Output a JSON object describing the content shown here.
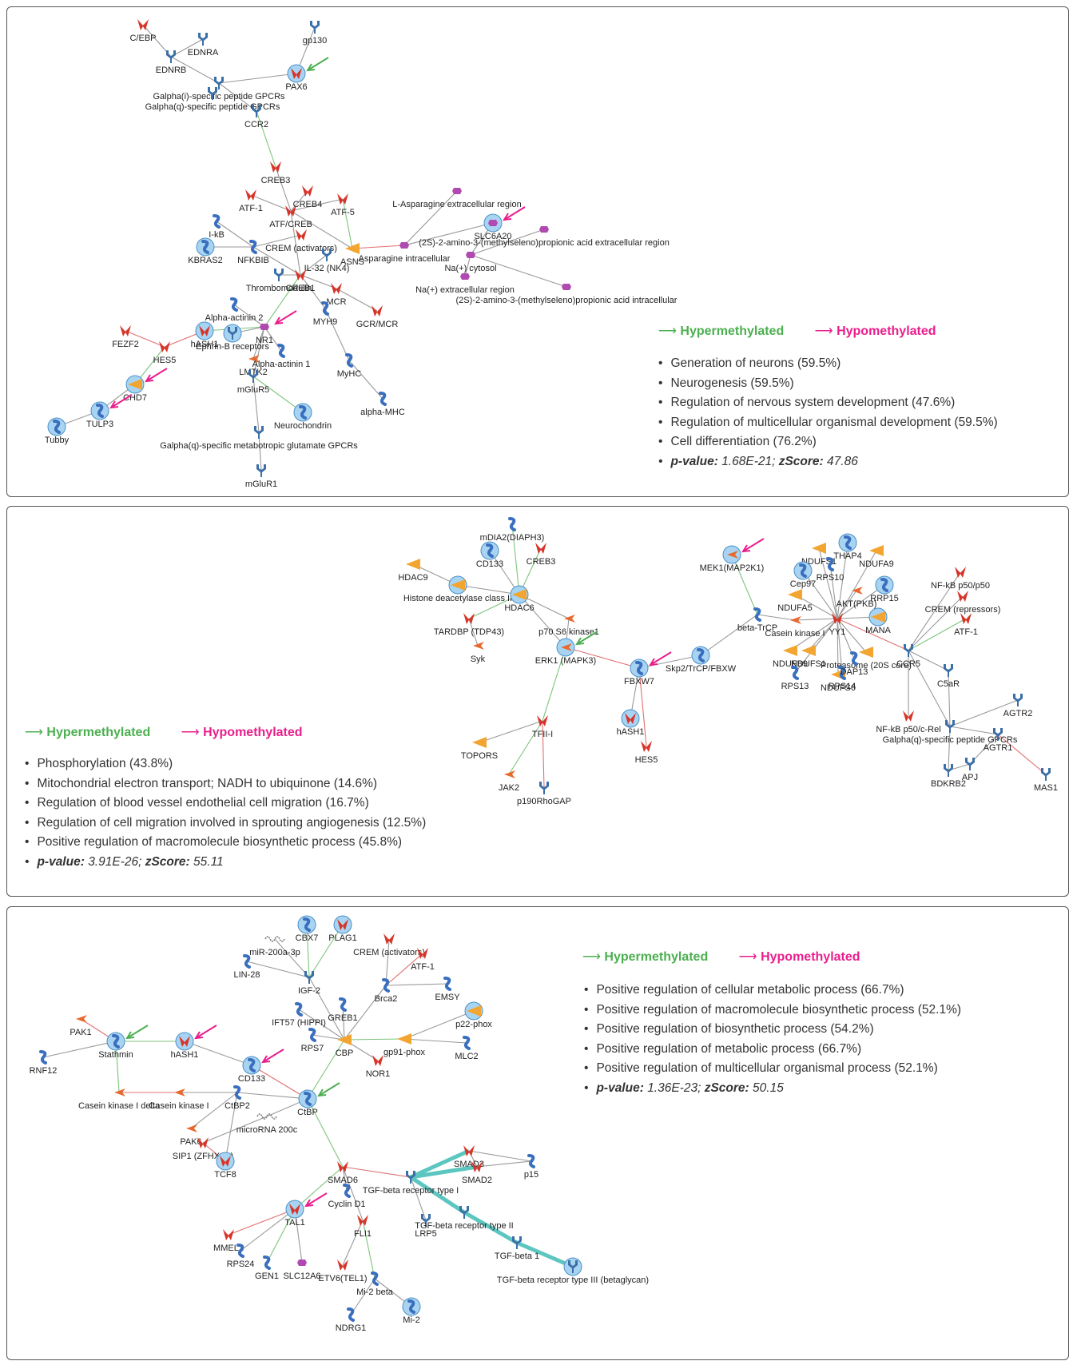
{
  "legend": {
    "hyper_label": "Hypermethylated",
    "hypo_label": "Hypomethylated",
    "hyper_color": "#4caf50",
    "hypo_color": "#e91e8c"
  },
  "node_colors": {
    "tf": "#d7342a",
    "receptor": "#3b6fa8",
    "protein": "#3a6fbf",
    "kinase": "#e8692e",
    "enzyme": "#f2a530",
    "small_molecule": "#b04ab0",
    "circle": "#a8d4f2",
    "edge_activation": "#7cc47c",
    "edge_inhibition": "#e07070",
    "edge_unspecified": "#999999",
    "edge_binding": "#5cc6c0"
  },
  "panels": [
    {
      "terms": [
        "Generation of neurons (59.5%)",
        "Neurogenesis (59.5%)",
        "Regulation of nervous system development (47.6%)",
        "Regulation of multicellular organismal development (59.5%)",
        "Cell differentiation (76.2%)"
      ],
      "stats": {
        "p_label": "p-value:",
        "p_value": "1.68E-21;",
        "z_label": "zScore:",
        "z_value": "47.86"
      },
      "nodes": [
        {
          "id": "cebp",
          "label": "C/EBP",
          "type": "tf"
        },
        {
          "id": "ednra",
          "label": "EDNRA",
          "type": "receptor"
        },
        {
          "id": "gp130",
          "label": "gp130",
          "type": "receptor"
        },
        {
          "id": "ednrb",
          "label": "EDNRB",
          "type": "receptor"
        },
        {
          "id": "galphai",
          "label": "Galpha(i)-specific peptide GPCRs",
          "type": "receptor"
        },
        {
          "id": "pax6",
          "label": "PAX6",
          "type": "tf",
          "circle": true
        },
        {
          "id": "galphaq",
          "label": "Galpha(q)-specific peptide GPCRs",
          "type": "receptor"
        },
        {
          "id": "ccr2",
          "label": "CCR2",
          "type": "receptor"
        },
        {
          "id": "creb3",
          "label": "CREB3",
          "type": "tf"
        },
        {
          "id": "creb4",
          "label": "CREB4",
          "type": "tf"
        },
        {
          "id": "atf1",
          "label": "ATF-1",
          "type": "tf"
        },
        {
          "id": "atf5",
          "label": "ATF-5",
          "type": "tf"
        },
        {
          "id": "atfcreb",
          "label": "ATF/CREB",
          "type": "tf"
        },
        {
          "id": "lasn_ext",
          "label": "L-Asparagine extracellular region",
          "type": "small_molecule"
        },
        {
          "id": "slc6a20",
          "label": "SLC6A20",
          "type": "small_molecule",
          "circle": true
        },
        {
          "id": "ikb",
          "label": "I-kB",
          "type": "protein"
        },
        {
          "id": "crem",
          "label": "CREM (activators)",
          "type": "tf"
        },
        {
          "id": "kbras2",
          "label": "KBRAS2",
          "type": "protein",
          "circle": true
        },
        {
          "id": "nfkbib",
          "label": "NFKBIB",
          "type": "protein"
        },
        {
          "id": "nk4",
          "label": "IL-32 (NK4)",
          "type": "receptor"
        },
        {
          "id": "asns",
          "label": "ASNS",
          "type": "enzyme"
        },
        {
          "id": "asn_in",
          "label": "Asparagine intracellular",
          "type": "small_molecule"
        },
        {
          "id": "sem_ext",
          "label": "(2S)-2-amino-3-(methylseleno)propionic acid extracellular region",
          "type": "small_molecule"
        },
        {
          "id": "na_cyt",
          "label": "Na(+) cytosol",
          "type": "small_molecule"
        },
        {
          "id": "na_ext",
          "label": "Na(+) extracellular region",
          "type": "small_molecule"
        },
        {
          "id": "sem_in",
          "label": "(2S)-2-amino-3-(methylseleno)propionic acid intracellular",
          "type": "small_molecule"
        },
        {
          "id": "thbd",
          "label": "Thrombomodulin",
          "type": "receptor"
        },
        {
          "id": "creb1",
          "label": "CREB1",
          "type": "tf"
        },
        {
          "id": "mcr",
          "label": "MCR",
          "type": "tf"
        },
        {
          "id": "gcrmcr",
          "label": "GCR/MCR",
          "type": "tf"
        },
        {
          "id": "myh9",
          "label": "MYH9",
          "type": "protein"
        },
        {
          "id": "actn2",
          "label": "Alpha-actinin 2",
          "type": "protein"
        },
        {
          "id": "nr1",
          "label": "NR1",
          "type": "small_molecule"
        },
        {
          "id": "fezf2",
          "label": "FEZF2",
          "type": "tf"
        },
        {
          "id": "hash1",
          "label": "hASH1",
          "type": "tf",
          "circle": true
        },
        {
          "id": "ephb",
          "label": "Ephrin-B receptors",
          "type": "receptor",
          "circle": true
        },
        {
          "id": "hes5",
          "label": "HES5",
          "type": "tf"
        },
        {
          "id": "lmtk2",
          "label": "LMTK2",
          "type": "kinase"
        },
        {
          "id": "actn1",
          "label": "Alpha-actinin 1",
          "type": "protein"
        },
        {
          "id": "myhc",
          "label": "MyHC",
          "type": "protein"
        },
        {
          "id": "chd7",
          "label": "CHD7",
          "type": "enzyme",
          "circle": true
        },
        {
          "id": "mglur5",
          "label": "mGluR5",
          "type": "receptor"
        },
        {
          "id": "alphamhc",
          "label": "alpha-MHC",
          "type": "protein"
        },
        {
          "id": "tulp3",
          "label": "TULP3",
          "type": "protein",
          "circle": true
        },
        {
          "id": "neurochondrin",
          "label": "Neurochondrin",
          "type": "protein",
          "circle": true
        },
        {
          "id": "galphaqm",
          "label": "Galpha(q)-specific metabotropic glutamate GPCRs",
          "type": "receptor"
        },
        {
          "id": "tubby",
          "label": "Tubby",
          "type": "protein",
          "circle": true
        },
        {
          "id": "mglur1",
          "label": "mGluR1",
          "type": "receptor"
        }
      ]
    },
    {
      "terms": [
        "Phosphorylation (43.8%)",
        "Mitochondrial electron transport; NADH to ubiquinone (14.6%)",
        "Regulation of blood vessel endothelial cell migration (16.7%)",
        "Regulation of cell migration involved in sprouting angiogenesis (12.5%)",
        "Positive regulation of macromolecule biosynthetic process (45.8%)"
      ],
      "stats": {
        "p_label": "p-value:",
        "p_value": "3.91E-26;",
        "z_label": "zScore:",
        "z_value": "55.11"
      },
      "nodes": [
        {
          "id": "mdia2",
          "label": "mDIA2(DIAPH3)",
          "type": "protein"
        },
        {
          "id": "cd133",
          "label": "CD133",
          "type": "protein",
          "circle": true
        },
        {
          "id": "creb3b",
          "label": "CREB3",
          "type": "tf"
        },
        {
          "id": "hdac9",
          "label": "HDAC9",
          "type": "enzyme"
        },
        {
          "id": "hdac2",
          "label": "Histone deacetylase class II",
          "type": "enzyme",
          "circle": true
        },
        {
          "id": "hdac6",
          "label": "HDAC6",
          "type": "enzyme",
          "circle": true
        },
        {
          "id": "p70",
          "label": "p70 S6 kinase1",
          "type": "kinase"
        },
        {
          "id": "tardbp",
          "label": "TARDBP (TDP43)",
          "type": "tf"
        },
        {
          "id": "syk",
          "label": "Syk",
          "type": "kinase"
        },
        {
          "id": "erk1",
          "label": "ERK1 (MAPK3)",
          "type": "kinase",
          "circle": true
        },
        {
          "id": "fbxw7",
          "label": "FBXW7",
          "type": "protein",
          "circle": true
        },
        {
          "id": "skp2",
          "label": "Skp2/TrCP/FBXW",
          "type": "protein",
          "circle": true
        },
        {
          "id": "mek1",
          "label": "MEK1(MAP2K1)",
          "type": "kinase",
          "circle": true
        },
        {
          "id": "betatrcp",
          "label": "beta-TrCP",
          "type": "protein"
        },
        {
          "id": "ck",
          "label": "Casein kinase I",
          "type": "kinase"
        },
        {
          "id": "yy1",
          "label": "YY1",
          "type": "tf"
        },
        {
          "id": "ndufs1t",
          "label": "NDUFS1",
          "type": "enzyme"
        },
        {
          "id": "thap4",
          "label": "THAP4",
          "type": "protein",
          "circle": true
        },
        {
          "id": "ndufa9",
          "label": "NDUFA9",
          "type": "enzyme"
        },
        {
          "id": "cep97",
          "label": "Cep97",
          "type": "protein",
          "circle": true
        },
        {
          "id": "rps10",
          "label": "RPS10",
          "type": "protein"
        },
        {
          "id": "aktpkb",
          "label": "AKT(PKB)",
          "type": "kinase"
        },
        {
          "id": "rrp15",
          "label": "RRP15",
          "type": "protein",
          "circle": true
        },
        {
          "id": "ndufa5",
          "label": "NDUFA5",
          "type": "enzyme"
        },
        {
          "id": "mana",
          "label": "MANA",
          "type": "enzyme",
          "circle": true
        },
        {
          "id": "nfkbp50",
          "label": "NF-kB p50/p50",
          "type": "tf"
        },
        {
          "id": "cremr",
          "label": "CREM (repressors)",
          "type": "tf"
        },
        {
          "id": "atf1b",
          "label": "ATF-1",
          "type": "tf"
        },
        {
          "id": "ndufb9",
          "label": "NDUFB9",
          "type": "enzyme"
        },
        {
          "id": "ndufs1b",
          "label": "NDUFS1",
          "type": "enzyme"
        },
        {
          "id": "proteasome",
          "label": "Proteasome (20S core)",
          "type": "enzyme"
        },
        {
          "id": "ccr5",
          "label": "CCR5",
          "type": "receptor"
        },
        {
          "id": "rps13",
          "label": "RPS13",
          "type": "protein"
        },
        {
          "id": "ndufs6",
          "label": "NDUFS6",
          "type": "enzyme"
        },
        {
          "id": "rps14",
          "label": "RPS14",
          "type": "protein"
        },
        {
          "id": "dap13",
          "label": "DAP13",
          "type": "protein"
        },
        {
          "id": "c5ar",
          "label": "C5aR",
          "type": "receptor"
        },
        {
          "id": "tfii",
          "label": "TFII-I",
          "type": "tf"
        },
        {
          "id": "hash1b",
          "label": "hASH1",
          "type": "tf",
          "circle": true
        },
        {
          "id": "hes5b",
          "label": "HES5",
          "type": "tf"
        },
        {
          "id": "topors",
          "label": "TOPORS",
          "type": "enzyme"
        },
        {
          "id": "jak2",
          "label": "JAK2",
          "type": "kinase"
        },
        {
          "id": "p190",
          "label": "p190RhoGAP",
          "type": "receptor"
        },
        {
          "id": "nfkbcrel",
          "label": "NF-kB p50/c-Rel",
          "type": "tf"
        },
        {
          "id": "galphaq2",
          "label": "Galpha(q)-specific peptide GPCRs",
          "type": "receptor"
        },
        {
          "id": "agtr2",
          "label": "AGTR2",
          "type": "receptor"
        },
        {
          "id": "agtr1",
          "label": "AGTR1",
          "type": "receptor"
        },
        {
          "id": "apj",
          "label": "APJ",
          "type": "receptor"
        },
        {
          "id": "bdkrb2",
          "label": "BDKRB2",
          "type": "receptor"
        },
        {
          "id": "mas1",
          "label": "MAS1",
          "type": "receptor"
        }
      ]
    },
    {
      "terms": [
        "Positive regulation of cellular metabolic process (66.7%)",
        "Positive regulation of macromolecule biosynthetic process (52.1%)",
        "Positive regulation of biosynthetic process (54.2%)",
        "Positive regulation of metabolic process (66.7%)",
        "Positive regulation of multicellular organismal process (52.1%)"
      ],
      "stats": {
        "p_label": "p-value:",
        "p_value": "1.36E-23;",
        "z_label": "zScore:",
        "z_value": "50.15"
      },
      "nodes": [
        {
          "id": "mir200a",
          "label": "miR-200a-3p",
          "type": "rna"
        },
        {
          "id": "cbx7",
          "label": "CBX7",
          "type": "protein",
          "circle": true
        },
        {
          "id": "plag1",
          "label": "PLAG1",
          "type": "tf",
          "circle": true
        },
        {
          "id": "crem3",
          "label": "CREM (activators)",
          "type": "tf"
        },
        {
          "id": "atf1c",
          "label": "ATF-1",
          "type": "tf"
        },
        {
          "id": "lin28",
          "label": "LIN-28",
          "type": "protein"
        },
        {
          "id": "igf2",
          "label": "IGF-2",
          "type": "receptor"
        },
        {
          "id": "brca2",
          "label": "Brca2",
          "type": "protein"
        },
        {
          "id": "emsy",
          "label": "EMSY",
          "type": "protein"
        },
        {
          "id": "ift57",
          "label": "IFT57 (HIPPI)",
          "type": "protein"
        },
        {
          "id": "greb1",
          "label": "GREB1",
          "type": "protein"
        },
        {
          "id": "p22phox",
          "label": "p22-phox",
          "type": "enzyme",
          "circle": true
        },
        {
          "id": "pak1",
          "label": "PAK1",
          "type": "kinase"
        },
        {
          "id": "stathmin",
          "label": "Stathmin",
          "type": "protein",
          "circle": true
        },
        {
          "id": "hash1c",
          "label": "hASH1",
          "type": "tf",
          "circle": true
        },
        {
          "id": "rps7",
          "label": "RPS7",
          "type": "protein"
        },
        {
          "id": "cbp",
          "label": "CBP",
          "type": "enzyme"
        },
        {
          "id": "gp91",
          "label": "gp91-phox",
          "type": "enzyme"
        },
        {
          "id": "mlc2",
          "label": "MLC2",
          "type": "protein"
        },
        {
          "id": "rnf12",
          "label": "RNF12",
          "type": "protein"
        },
        {
          "id": "cd133c",
          "label": "CD133",
          "type": "protein",
          "circle": true
        },
        {
          "id": "nor1",
          "label": "NOR1",
          "type": "tf"
        },
        {
          "id": "ck1d",
          "label": "Casein kinase I delta",
          "type": "kinase"
        },
        {
          "id": "cki",
          "label": "Casein kinase I",
          "type": "kinase"
        },
        {
          "id": "ctbp2",
          "label": "CtBP2",
          "type": "protein"
        },
        {
          "id": "ctbp",
          "label": "CtBP",
          "type": "protein",
          "circle": true
        },
        {
          "id": "pak6",
          "label": "PAK6",
          "type": "kinase"
        },
        {
          "id": "mir200c",
          "label": "microRNA 200c",
          "type": "rna"
        },
        {
          "id": "sip1",
          "label": "SIP1 (ZFHX1B)",
          "type": "tf"
        },
        {
          "id": "tcf8",
          "label": "TCF8",
          "type": "tf",
          "circle": true
        },
        {
          "id": "smad6",
          "label": "SMAD6",
          "type": "tf"
        },
        {
          "id": "smad3",
          "label": "SMAD3",
          "type": "tf"
        },
        {
          "id": "smad2",
          "label": "SMAD2",
          "type": "tf"
        },
        {
          "id": "p15",
          "label": "p15",
          "type": "protein"
        },
        {
          "id": "tgfbr1",
          "label": "TGF-beta receptor type I",
          "type": "receptor"
        },
        {
          "id": "cyclind1",
          "label": "Cyclin D1",
          "type": "protein"
        },
        {
          "id": "tal1",
          "label": "TAL1",
          "type": "tf",
          "circle": true
        },
        {
          "id": "fli1",
          "label": "FLI1",
          "type": "tf"
        },
        {
          "id": "lrp5",
          "label": "LRP5",
          "type": "receptor"
        },
        {
          "id": "tgfbr2",
          "label": "TGF-beta receptor type II",
          "type": "receptor"
        },
        {
          "id": "mmel1",
          "label": "MMEL1",
          "type": "tf"
        },
        {
          "id": "rps24",
          "label": "RPS24",
          "type": "protein"
        },
        {
          "id": "gen1",
          "label": "GEN1",
          "type": "protein"
        },
        {
          "id": "slc12a6",
          "label": "SLC12A6",
          "type": "small_molecule"
        },
        {
          "id": "etv6",
          "label": "ETV6(TEL1)",
          "type": "tf"
        },
        {
          "id": "tgfb1",
          "label": "TGF-beta 1",
          "type": "receptor"
        },
        {
          "id": "tgfbr3",
          "label": "TGF-beta receptor type III (betaglycan)",
          "type": "receptor",
          "circle": true
        },
        {
          "id": "mi2beta",
          "label": "Mi-2 beta",
          "type": "protein"
        },
        {
          "id": "ndrg1",
          "label": "NDRG1",
          "type": "protein"
        },
        {
          "id": "mi2",
          "label": "Mi-2",
          "type": "protein",
          "circle": true
        }
      ]
    }
  ]
}
